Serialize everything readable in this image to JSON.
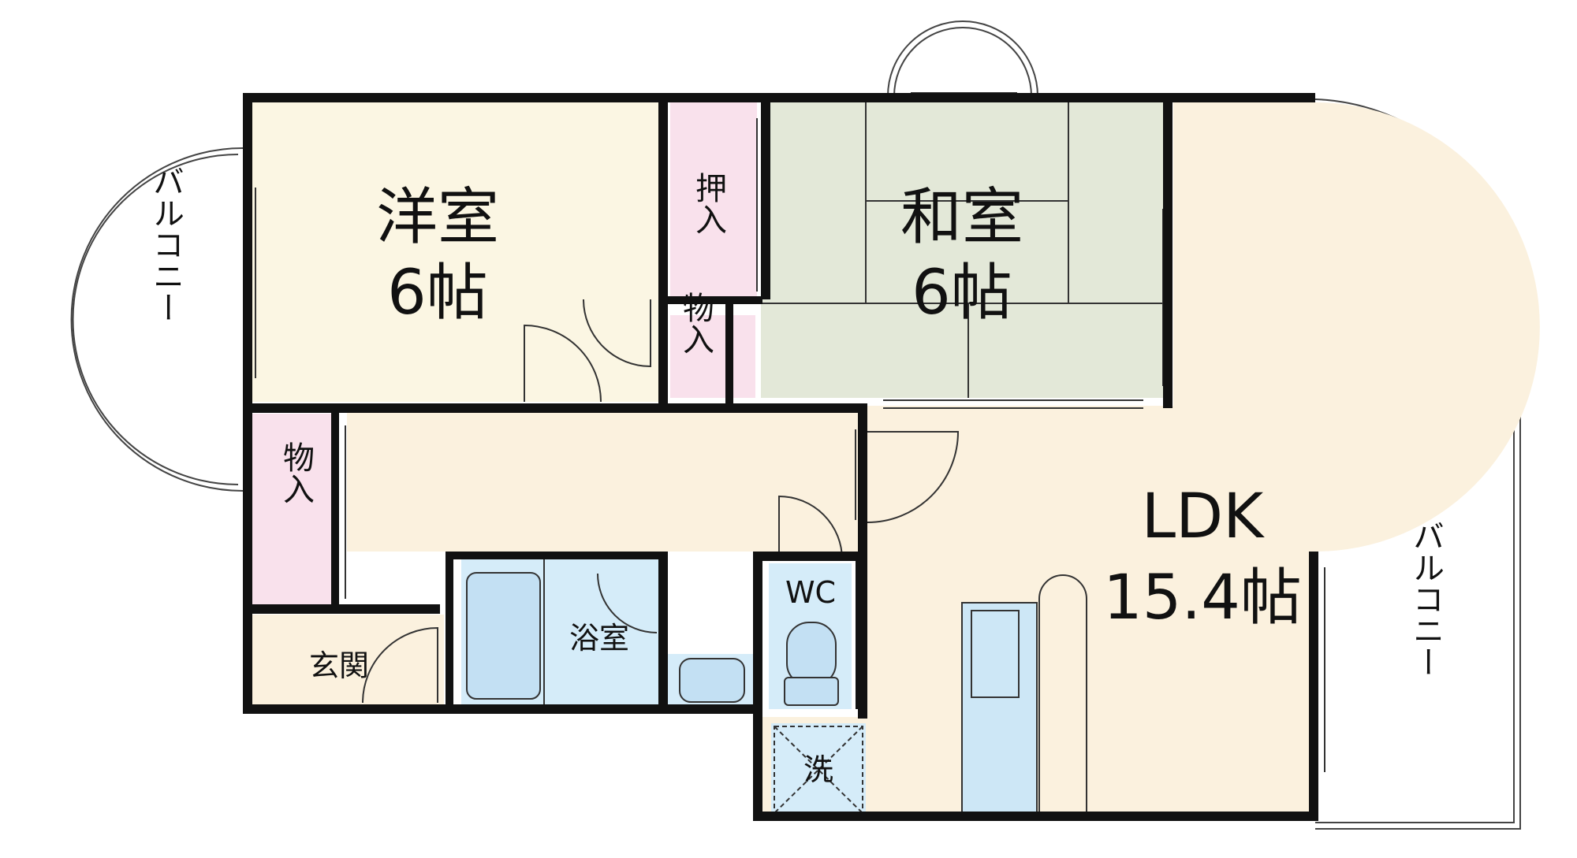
{
  "rooms": {
    "western": {
      "name": "洋室",
      "size": "6帖"
    },
    "japanese": {
      "name": "和室",
      "size": "6帖"
    },
    "ldk": {
      "name": "LDK",
      "size": "15.4帖"
    },
    "closet_oshiire": "押入",
    "storage_upper": "物入",
    "storage_left": "物入",
    "bath": "浴室",
    "wc": "WC",
    "entrance": "玄関",
    "washer": "洗"
  },
  "balconies": {
    "left": "バルコニー",
    "right": "バルコニー"
  },
  "colors": {
    "western_floor": "#fbf6e3",
    "ldk_floor": "#fbf1de",
    "tatami": "#e3e8d8",
    "storage": "#f9e1ec",
    "wet_area": "#d5ecf9",
    "wall": "#111111"
  }
}
